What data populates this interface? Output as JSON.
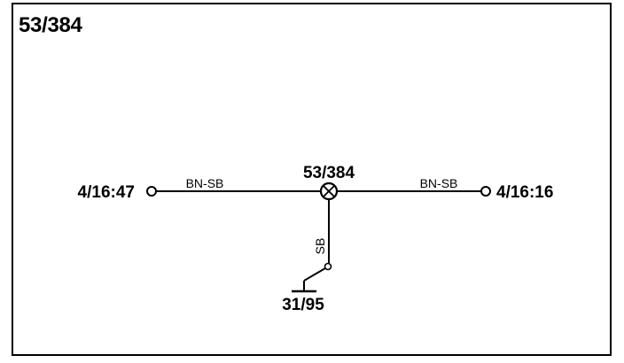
{
  "title": "53/384",
  "connector": {
    "label": "53/384"
  },
  "endpoints": {
    "left": "4/16:47",
    "right": "4/16:16",
    "ground": "31/95"
  },
  "wires": {
    "left_color": "BN-SB",
    "right_color": "BN-SB",
    "vertical_color": "SB"
  }
}
